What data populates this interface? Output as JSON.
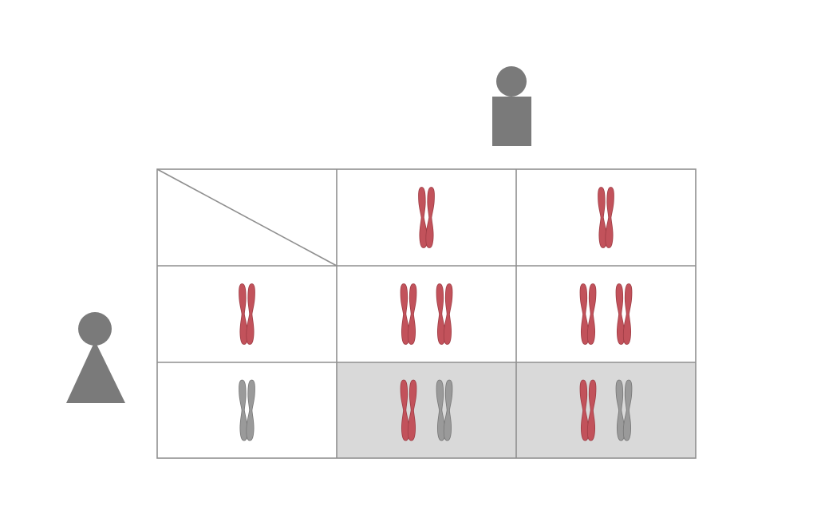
{
  "colors": {
    "background": "#ffffff",
    "grid_line": "#8f8f8f",
    "shaded_cell": "#d9d9d9",
    "figure": "#7a7a7a",
    "chromosome_red": "#c2525b",
    "chromosome_red_edge": "#9e3c44",
    "chromosome_grey": "#9a9a9a",
    "chromosome_grey_edge": "#777777"
  },
  "father_icon": "male-pawn-icon",
  "mother_icon": "female-pawn-icon",
  "punnett": {
    "rows": 3,
    "cols": 3,
    "header_cell": "diagonal-split",
    "column_headers": [
      {
        "chromosomes": [
          "red"
        ]
      },
      {
        "chromosomes": [
          "red"
        ]
      }
    ],
    "row_headers": [
      {
        "chromosomes": [
          "red"
        ]
      },
      {
        "chromosomes": [
          "grey"
        ]
      }
    ],
    "cells": [
      [
        {
          "chromosomes": [
            "red",
            "red"
          ],
          "shaded": false
        },
        {
          "chromosomes": [
            "red",
            "red"
          ],
          "shaded": false
        }
      ],
      [
        {
          "chromosomes": [
            "red",
            "grey"
          ],
          "shaded": true
        },
        {
          "chromosomes": [
            "red",
            "grey"
          ],
          "shaded": true
        }
      ]
    ]
  }
}
